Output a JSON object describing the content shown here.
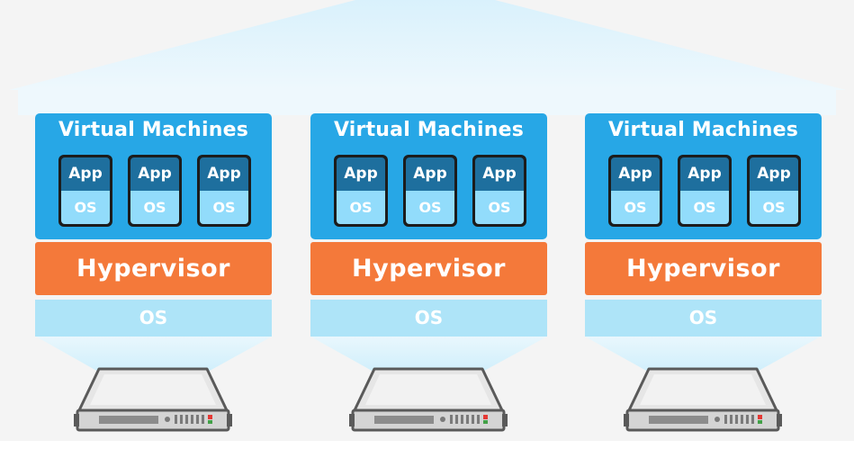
{
  "diagram": {
    "stacks": [
      {
        "vm_title": "Virtual Machines",
        "vms": [
          {
            "app": "App",
            "os": "OS"
          },
          {
            "app": "App",
            "os": "OS"
          },
          {
            "app": "App",
            "os": "OS"
          }
        ],
        "hypervisor": "Hypervisor",
        "host_os": "OS"
      },
      {
        "vm_title": "Virtual Machines",
        "vms": [
          {
            "app": "App",
            "os": "OS"
          },
          {
            "app": "App",
            "os": "OS"
          },
          {
            "app": "App",
            "os": "OS"
          }
        ],
        "hypervisor": "Hypervisor",
        "host_os": "OS"
      },
      {
        "vm_title": "Virtual Machines",
        "vms": [
          {
            "app": "App",
            "os": "OS"
          },
          {
            "app": "App",
            "os": "OS"
          },
          {
            "app": "App",
            "os": "OS"
          }
        ],
        "hypervisor": "Hypervisor",
        "host_os": "OS"
      }
    ],
    "servers": [
      {
        "icon": "server-icon"
      },
      {
        "icon": "server-icon"
      },
      {
        "icon": "server-icon"
      }
    ]
  },
  "colors": {
    "vm_blue": "#27a7e6",
    "app_dark_blue": "#1e6f9e",
    "os_light_blue": "#92dcfb",
    "hypervisor_orange": "#f4793a",
    "host_os_light": "#aee4f8"
  }
}
